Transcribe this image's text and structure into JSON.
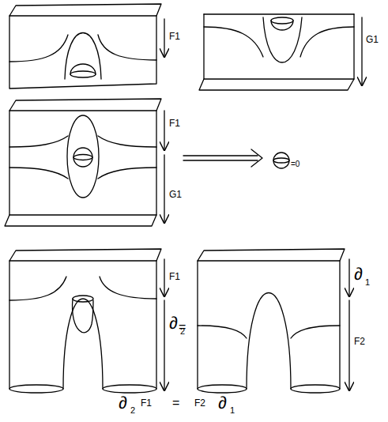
{
  "diagram": {
    "labels": [
      "F1",
      "G1",
      "F1",
      "G1",
      "=0",
      "F1",
      "∂",
      "1",
      "∂",
      "2",
      "=",
      "F2",
      "∂",
      "2",
      "F1",
      "=",
      "F2",
      "∂",
      "1"
    ]
  }
}
